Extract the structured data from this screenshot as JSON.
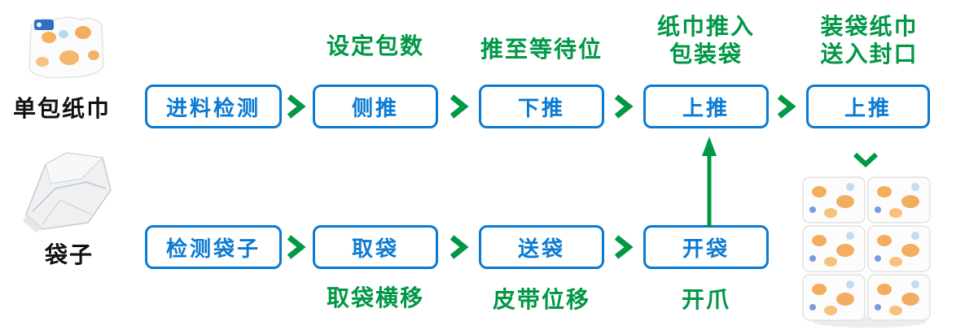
{
  "colors": {
    "blue": "#0a7ad2",
    "green": "#009745",
    "black": "#111111"
  },
  "top_row": {
    "label": "单包纸巾",
    "boxes": [
      "进料检测",
      "侧推",
      "下推",
      "上推",
      "上推"
    ],
    "notes": {
      "box2": [
        "设定包数"
      ],
      "box3": [
        "推至等待位"
      ],
      "box4": [
        "纸巾推入",
        "包装袋"
      ],
      "box5": [
        "装袋纸巾",
        "送入封口"
      ]
    }
  },
  "bottom_row": {
    "label": "袋子",
    "boxes": [
      "检测袋子",
      "取袋",
      "送袋",
      "开袋"
    ],
    "notes": {
      "box2": "取袋横移",
      "box3": "皮带位移",
      "box4": "开爪"
    }
  },
  "images": {
    "tissue_pack": "single-tissue-pack-photo",
    "plastic_bag": "plastic-bag-photo",
    "tissue_stack": "bagged-tissue-stack-photo"
  }
}
